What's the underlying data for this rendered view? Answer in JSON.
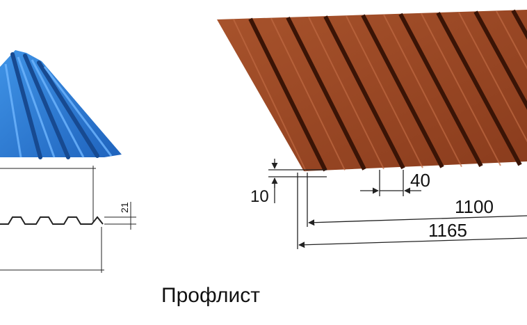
{
  "caption": "Профлист",
  "colors": {
    "blue_sheet": "#2f7fd4",
    "blue_dark": "#1b4f9a",
    "brown_sheet": "#9a4624",
    "brown_dark": "#3a1406",
    "brown_light": "#c06a43",
    "dimension_line": "#222222"
  },
  "left_sheet": {
    "dimensions": {
      "height": "21"
    }
  },
  "right_sheet": {
    "dimensions": {
      "rib_height": "10",
      "rib_pitch": "40",
      "effective_width": "1100",
      "total_width": "1165"
    }
  }
}
